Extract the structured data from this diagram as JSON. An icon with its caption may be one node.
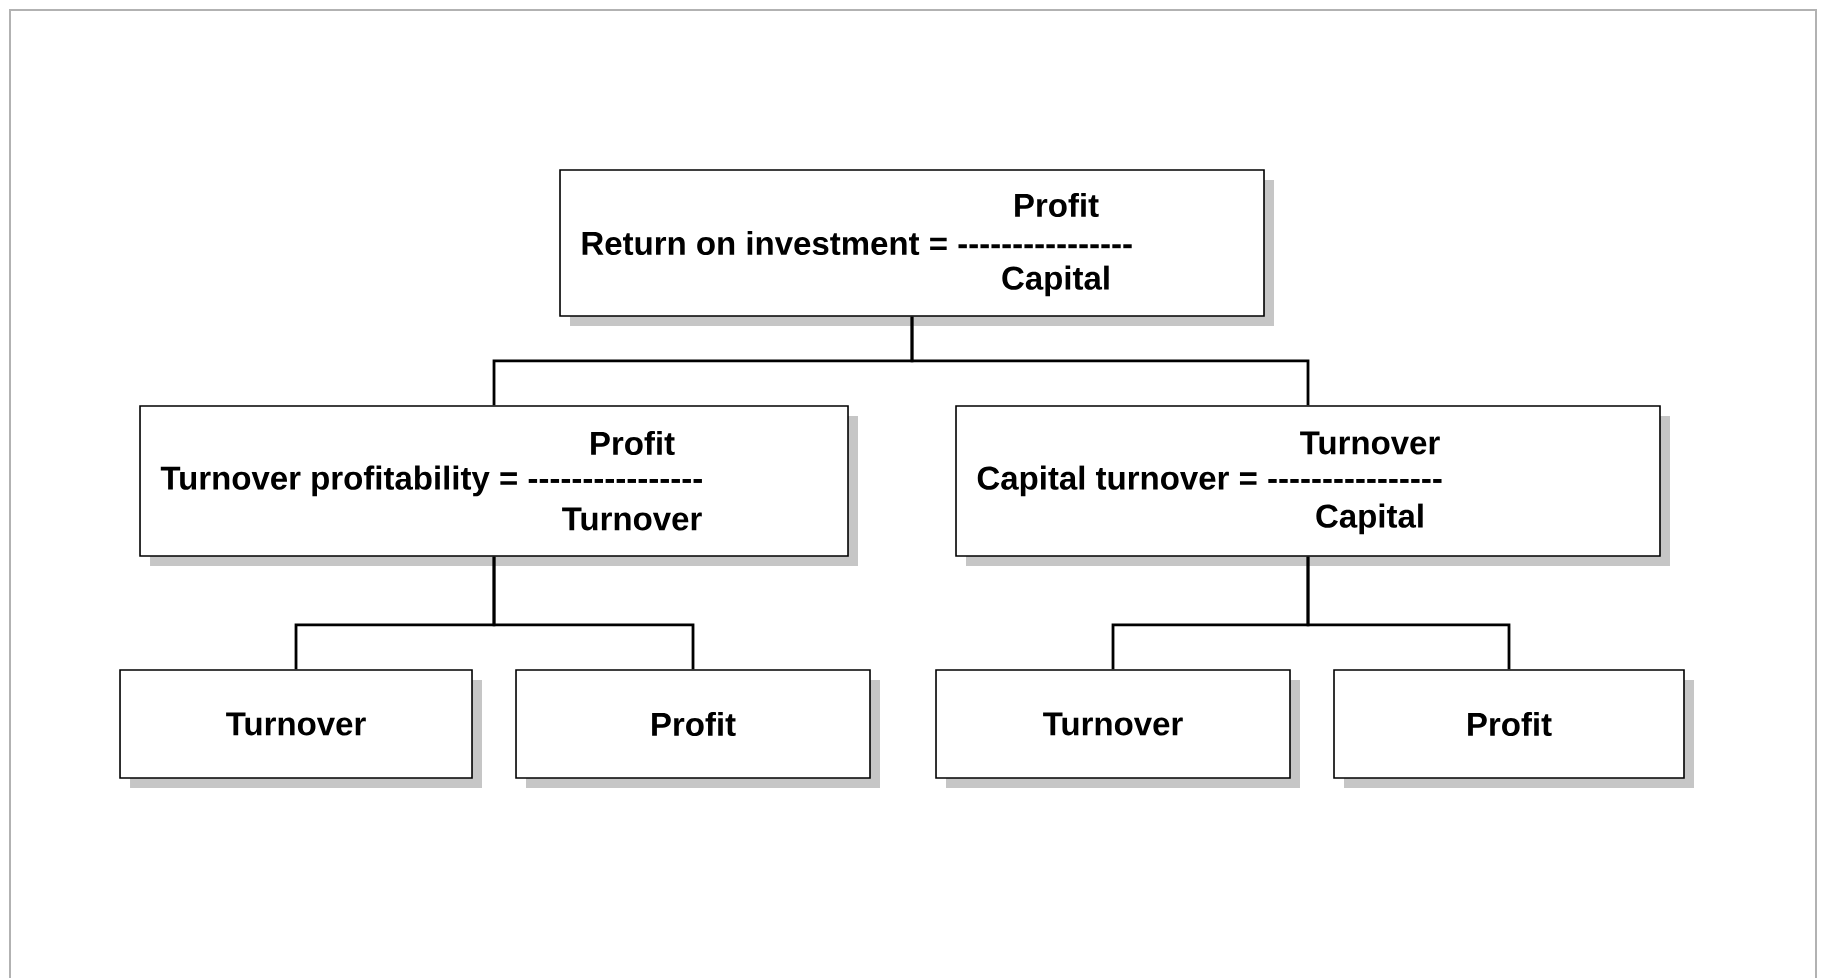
{
  "diagram": {
    "nodes": [
      {
        "text": [
          "Profit",
          "Return on investment = ----------------",
          "Capital"
        ]
      },
      {
        "text": [
          "Profit",
          "Turnover profitability = ----------------",
          "Turnover"
        ]
      },
      {
        "text": [
          "Turnover",
          "Capital turnover = ----------------",
          "Capital"
        ]
      },
      {
        "text": [
          "Turnover"
        ]
      },
      {
        "text": [
          "Profit"
        ]
      },
      {
        "text": [
          "Turnover"
        ]
      },
      {
        "text": [
          "Profit"
        ]
      }
    ],
    "edges": [
      {
        "from": 0,
        "to": 1,
        "arrow": "none"
      },
      {
        "from": 0,
        "to": 2,
        "arrow": "none"
      },
      {
        "from": 1,
        "to": 3,
        "arrow": "none"
      },
      {
        "from": 1,
        "to": 4,
        "arrow": "none"
      },
      {
        "from": 2,
        "to": 5,
        "arrow": "none"
      },
      {
        "from": 2,
        "to": 6,
        "arrow": "none"
      }
    ]
  }
}
